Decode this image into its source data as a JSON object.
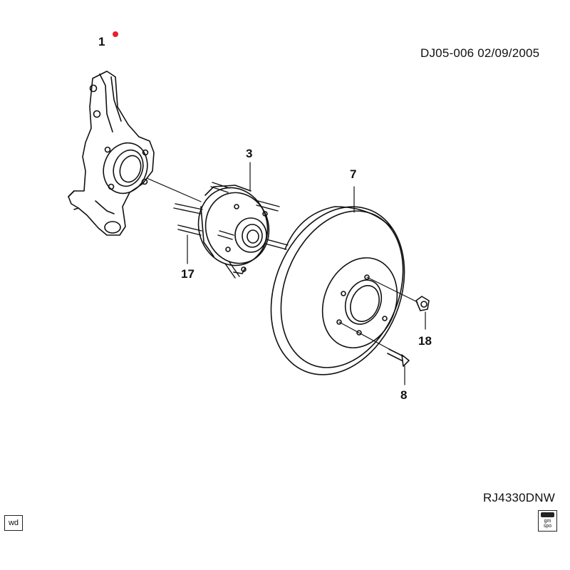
{
  "header": {
    "doc_code": "DJ05-006  02/09/2005"
  },
  "footer": {
    "drawing_code": "RJ4330DNW",
    "corner_tag": "wd",
    "logo_text": "gm spo"
  },
  "callouts": [
    {
      "id": "knuckle",
      "label": "1"
    },
    {
      "id": "hub-bearing",
      "label": "3"
    },
    {
      "id": "rotor",
      "label": "7"
    },
    {
      "id": "bolt",
      "label": "8"
    },
    {
      "id": "wheel-stud",
      "label": "17"
    },
    {
      "id": "screw",
      "label": "18"
    }
  ],
  "colors": {
    "line": "#111111",
    "marker": "#e8202a"
  }
}
